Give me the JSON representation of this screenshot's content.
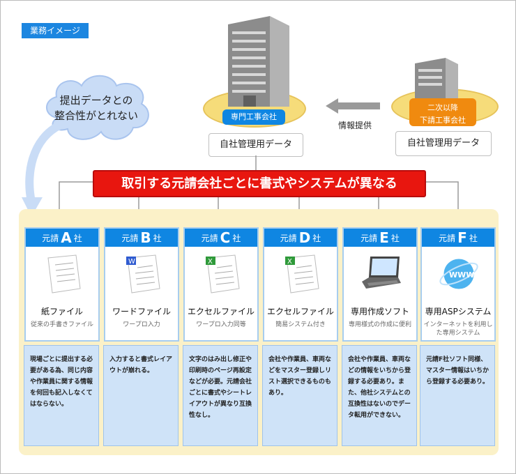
{
  "tag": "業務イメージ",
  "main_company": {
    "label": "専門工事会社",
    "data_label": "自社管理用データ"
  },
  "sub_company": {
    "label_line1": "二次以降",
    "label_line2": "下請工事会社",
    "data_label": "自社管理用データ"
  },
  "arrow_label": "情報提供",
  "cloud": {
    "line1": "提出データとの",
    "line2": "整合性がとれない"
  },
  "banner": "取引する元請会社ごとに書式やシステムが異なる",
  "columns": [
    {
      "prefix": "元請",
      "letter": "A",
      "suffix": "社",
      "icon": "paper-document-icon",
      "name": "紙ファイル",
      "sub": "従来の手書きファイル",
      "note": "現場ごとに提出する必要がある為、同じ内容や作業員に関する情報を何回も記入しなくてはならない。"
    },
    {
      "prefix": "元請",
      "letter": "B",
      "suffix": "社",
      "icon": "word-document-icon",
      "name": "ワードファイル",
      "sub": "ワープロ入力",
      "note": "入力すると書式レイアウトが崩れる。"
    },
    {
      "prefix": "元請",
      "letter": "C",
      "suffix": "社",
      "icon": "excel-document-icon",
      "name": "エクセルファイル",
      "sub": "ワープロ入力同等",
      "note": "文字のはみ出し修正や印刷時のページ再設定などが必要。元請会社ごとに書式やシートレイアウトが異なり互換性なし。"
    },
    {
      "prefix": "元請",
      "letter": "D",
      "suffix": "社",
      "icon": "excel-document-icon",
      "name": "エクセルファイル",
      "sub": "簡易システム付き",
      "note": "会社や作業員、車両などをマスター登録しリスト選択できるものもあり。"
    },
    {
      "prefix": "元請",
      "letter": "E",
      "suffix": "社",
      "icon": "laptop-icon",
      "name": "専用作成ソフト",
      "sub": "専用様式の作成に便利",
      "note": "会社や作業員、車両などの情報をいちから登録する必要あり。また、他社システムとの互換性はないのでデータ転用ができない。"
    },
    {
      "prefix": "元請",
      "letter": "F",
      "suffix": "社",
      "icon": "www-globe-icon",
      "name": "専用ASPシステム",
      "sub": "インターネットを利用した専用システム",
      "note": "元請F社ソフト同様、マスター情報はいちから登録する必要あり。"
    }
  ],
  "colors": {
    "blue": "#0f86e2",
    "red": "#e8160f",
    "orange": "#f08a0f",
    "panel": "#fbf1c8",
    "note": "#cfe3f8"
  }
}
